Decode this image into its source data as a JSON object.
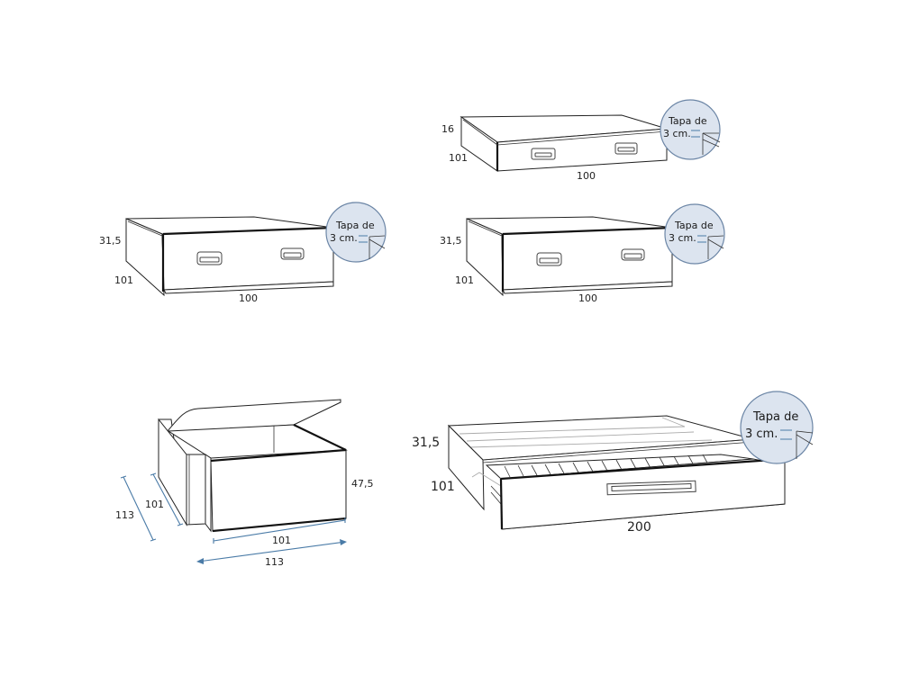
{
  "diagram": {
    "type": "furniture-dimension-sheet",
    "units": "cm",
    "figures": [
      {
        "id": "drawer-16",
        "description": "Low drawer unit with two handles",
        "dimensions": {
          "height": "16",
          "depth": "101",
          "width": "100"
        },
        "callout": {
          "line1": "Tapa de",
          "line2": "3 cm."
        }
      },
      {
        "id": "drawer-31-left",
        "description": "Drawer unit with two handles",
        "dimensions": {
          "height": "31,5",
          "depth": "101",
          "width": "100"
        },
        "callout": {
          "line1": "Tapa de",
          "line2": "3 cm."
        }
      },
      {
        "id": "drawer-31-right",
        "description": "Drawer unit with two handles",
        "dimensions": {
          "height": "31,5",
          "depth": "101",
          "width": "100"
        },
        "callout": {
          "line1": "Tapa de",
          "line2": "3 cm."
        }
      },
      {
        "id": "storage-bed-base",
        "description": "Open lift-up storage base",
        "dimensions": {
          "inner_depth": "101",
          "outer_depth": "113",
          "height": "47,5",
          "inner_width": "101",
          "outer_width": "113"
        }
      },
      {
        "id": "trundle-bed",
        "description": "Bed frame with pull-out slatted drawer",
        "dimensions": {
          "height": "31,5",
          "depth": "101",
          "width": "200"
        },
        "callout": {
          "line1": "Tapa de",
          "line2": "3 cm."
        }
      }
    ],
    "colors": {
      "callout_fill": "#dce4ef",
      "callout_stroke": "#6c86a6",
      "dimension_line": "#4a7ba7",
      "outline": "#222222"
    }
  }
}
